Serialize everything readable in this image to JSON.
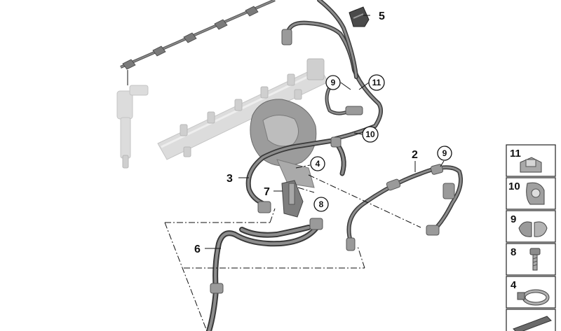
{
  "callouts": {
    "c1": "5",
    "c2": "9",
    "c3": "11",
    "c4": "10",
    "c5": "4",
    "c6": "3",
    "c7": "7",
    "c8": "8",
    "c9": "2",
    "c10": "9",
    "c11": "6"
  },
  "legend": [
    {
      "num": "11",
      "icon": "clip-11-icon"
    },
    {
      "num": "10",
      "icon": "clip-10-icon"
    },
    {
      "num": "9",
      "icon": "clip-9-icon"
    },
    {
      "num": "8",
      "icon": "bolt-8-icon"
    },
    {
      "num": "4",
      "icon": "hose-clamp-4-icon"
    },
    {
      "num": "",
      "icon": "gasket-strip-icon"
    }
  ]
}
